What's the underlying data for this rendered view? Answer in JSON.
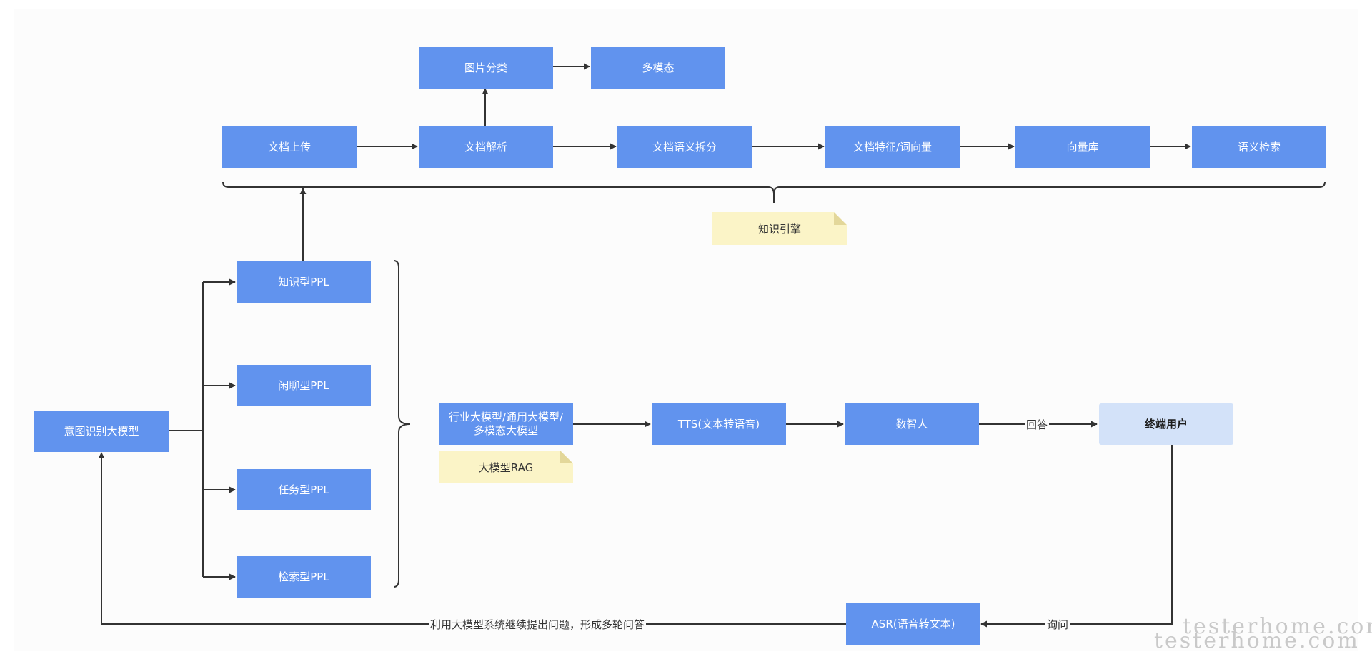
{
  "nodes": {
    "doc_upload": "文档上传",
    "doc_parse": "文档解析",
    "image_classify": "图片分类",
    "multimodal": "多模态",
    "doc_semantic_split": "文档语义拆分",
    "doc_feature_vector": "文档特征/词向量",
    "vector_db": "向量库",
    "semantic_search": "语义检索",
    "intent_model": "意图识别大模型",
    "knowledge_ppl": "知识型PPL",
    "chat_ppl": "闲聊型PPL",
    "task_ppl": "任务型PPL",
    "search_ppl": "检索型PPL",
    "industry_model": "行业大模型/通用大模型/多模态大模型",
    "tts": "TTS(文本转语音)",
    "digital_human": "数智人",
    "end_user": "终端用户",
    "asr": "ASR(语音转文本)"
  },
  "notes": {
    "knowledge_engine": "知识引擎",
    "rag": "大模型RAG"
  },
  "edge_labels": {
    "answer": "回答",
    "ask": "询问",
    "loop": "利用大模型系统继续提出问题，形成多轮问答"
  },
  "watermark": "testerhome.com",
  "colors": {
    "node_fill": "#6193ee",
    "end_user_fill": "#d3e2f9",
    "note_fill": "#fbf4c7",
    "line": "#333333"
  }
}
